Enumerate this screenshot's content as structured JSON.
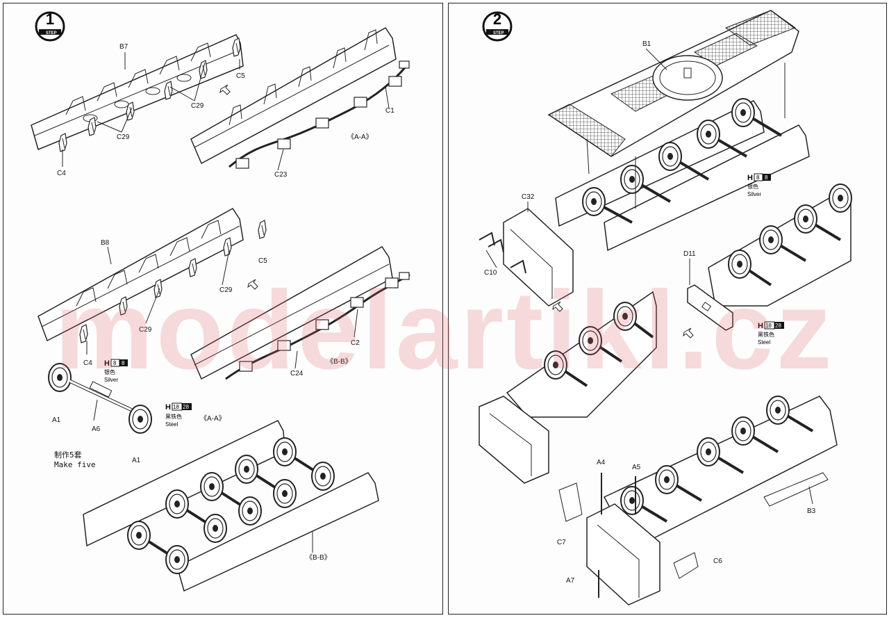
{
  "step1": {
    "number": "1",
    "step_word": "STEP",
    "labels": {
      "b7": "B7",
      "c5a": "C5",
      "c29a": "C29",
      "c29b": "C29",
      "c4a": "C4",
      "c1": "C1",
      "c23": "C23",
      "aa1": "《A-A》",
      "b8": "B8",
      "c5b": "C5",
      "c29c": "C29",
      "c29d": "C29",
      "c4b": "C4",
      "c2": "C2",
      "c24": "C24",
      "bb1": "《B-B》",
      "a1a": "A1",
      "a6": "A6",
      "a1b": "A1",
      "aa2": "《A-A》",
      "bb2": "《B-B》"
    },
    "paint_silver": {
      "prefix": "H",
      "n1": "8",
      "n2": "8",
      "cn": "银色",
      "en": "Silver"
    },
    "paint_steel": {
      "prefix": "H",
      "n1": "18",
      "n2": "28",
      "cn": "黑铁色",
      "en": "Steel"
    },
    "make_note_cn": "制作5套",
    "make_note_en": "Make five"
  },
  "step2": {
    "number": "2",
    "step_word": "STEP",
    "labels": {
      "b1": "B1",
      "c32": "C32",
      "c10": "C10",
      "d11": "D11",
      "a4": "A4",
      "a5": "A5",
      "c7": "C7",
      "a7": "A7",
      "c6": "C6",
      "b3": "B3"
    },
    "paint_silver": {
      "prefix": "H",
      "n1": "8",
      "n2": "8",
      "cn": "银色",
      "en": "Silver"
    },
    "paint_steel": {
      "prefix": "H",
      "n1": "18",
      "n2": "28",
      "cn": "黑铁色",
      "en": "Steel"
    }
  },
  "watermark": "modelartikl.cz",
  "colors": {
    "line": "#222222",
    "watermark": "#e15a5f"
  }
}
